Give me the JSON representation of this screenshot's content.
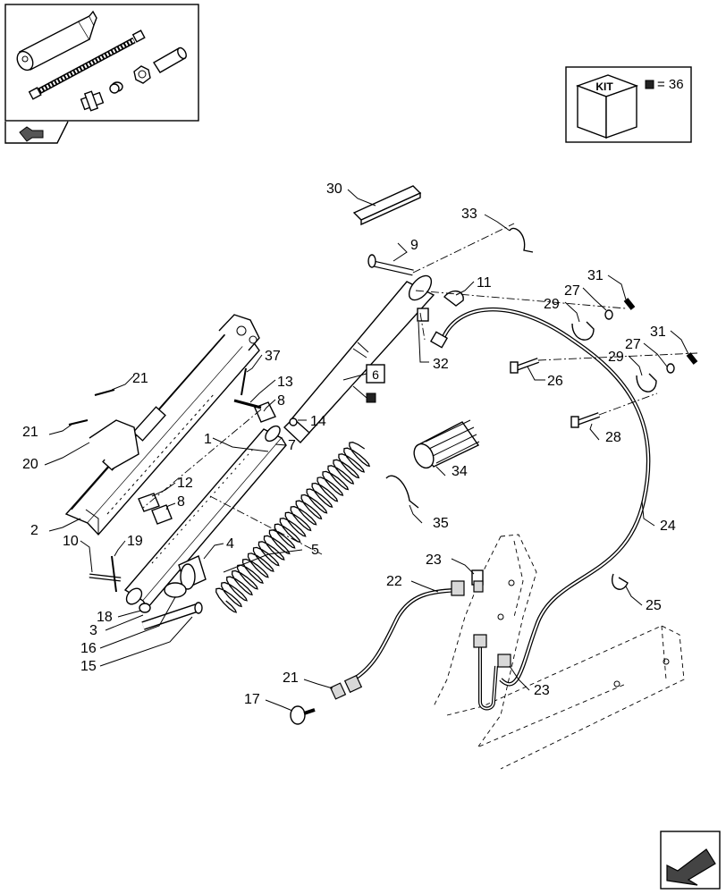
{
  "kit_box": {
    "cube_label": "KIT",
    "legend_text": "= 36"
  },
  "reference_boxes": {
    "ref_6": "6"
  },
  "callouts": [
    {
      "id": "c30",
      "text": "30"
    },
    {
      "id": "c33",
      "text": "33"
    },
    {
      "id": "c9",
      "text": "9"
    },
    {
      "id": "c11",
      "text": "11"
    },
    {
      "id": "c31a",
      "text": "31"
    },
    {
      "id": "c27a",
      "text": "27"
    },
    {
      "id": "c29a",
      "text": "29"
    },
    {
      "id": "c31b",
      "text": "31"
    },
    {
      "id": "c27b",
      "text": "27"
    },
    {
      "id": "c29b",
      "text": "29"
    },
    {
      "id": "c32",
      "text": "32"
    },
    {
      "id": "c26",
      "text": "26"
    },
    {
      "id": "c37",
      "text": "37"
    },
    {
      "id": "c21a",
      "text": "21"
    },
    {
      "id": "c13",
      "text": "13"
    },
    {
      "id": "c8a",
      "text": "8"
    },
    {
      "id": "c21b",
      "text": "21"
    },
    {
      "id": "c14",
      "text": "14"
    },
    {
      "id": "c1",
      "text": "1"
    },
    {
      "id": "c7",
      "text": "7"
    },
    {
      "id": "c20",
      "text": "20"
    },
    {
      "id": "c28",
      "text": "28"
    },
    {
      "id": "c34",
      "text": "34"
    },
    {
      "id": "c12",
      "text": "12"
    },
    {
      "id": "c8b",
      "text": "8"
    },
    {
      "id": "c2",
      "text": "2"
    },
    {
      "id": "c10",
      "text": "10"
    },
    {
      "id": "c19",
      "text": "19"
    },
    {
      "id": "c5",
      "text": "5"
    },
    {
      "id": "c4",
      "text": "4"
    },
    {
      "id": "c35",
      "text": "35"
    },
    {
      "id": "c24",
      "text": "24"
    },
    {
      "id": "c23a",
      "text": "23"
    },
    {
      "id": "c22",
      "text": "22"
    },
    {
      "id": "c25",
      "text": "25"
    },
    {
      "id": "c18",
      "text": "18"
    },
    {
      "id": "c3",
      "text": "3"
    },
    {
      "id": "c16",
      "text": "16"
    },
    {
      "id": "c15",
      "text": "15"
    },
    {
      "id": "c23b",
      "text": "23"
    },
    {
      "id": "c21c",
      "text": "21"
    },
    {
      "id": "c17",
      "text": "17"
    }
  ]
}
